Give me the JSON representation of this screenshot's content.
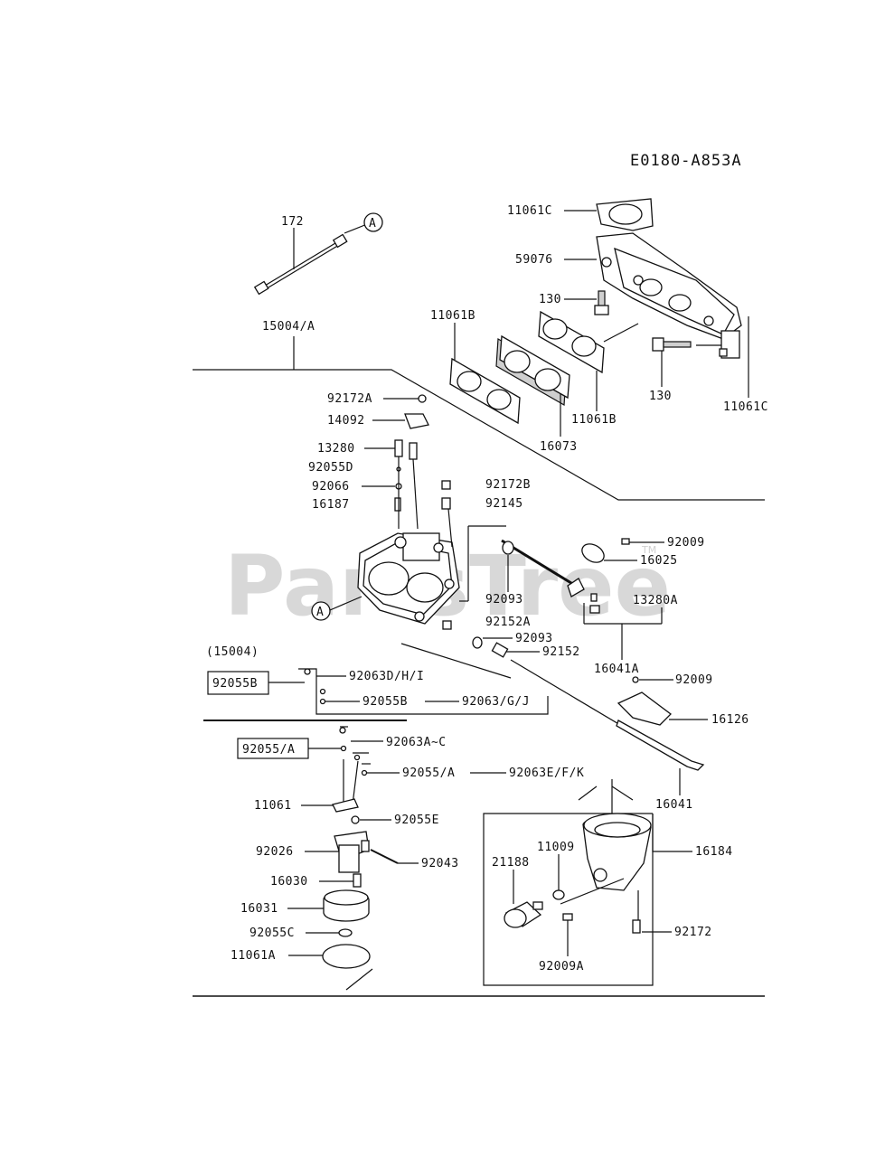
{
  "diagram_code": "E0180-A853A",
  "watermark": {
    "text": "PartsTree",
    "tm": "TM"
  },
  "ref_marker": "A",
  "labels": {
    "l172": "172",
    "l15004a": "15004/A",
    "l11061c_top": "11061C",
    "l59076": "59076",
    "l130a": "130",
    "l11061b_left": "11061B",
    "l130b": "130",
    "l11061c_right": "11061C",
    "l11061b_right": "11061B",
    "l16073": "16073",
    "l92172a": "92172A",
    "l14092": "14092",
    "l13280": "13280",
    "l92055d": "92055D",
    "l92066": "92066",
    "l16187": "16187",
    "l92172b": "92172B",
    "l92145": "92145",
    "l92009a": "92009",
    "l16025": "16025",
    "l92093a": "92093",
    "l13280a": "13280A",
    "l92152a": "92152A",
    "l92093b": "92093",
    "l92152": "92152",
    "l16041a": "16041A",
    "l92009b": "92009",
    "l15004": "(15004)",
    "l92055b1": "92055B",
    "l92063dhi": "92063D/H/I",
    "l92055b2": "92055B",
    "l92063gj": "92063/G/J",
    "l16126": "16126",
    "l92055a1": "92055/A",
    "l92063ac": "92063A~C",
    "l92055a2": "92055/A",
    "l92063efk": "92063E/F/K",
    "l16041": "16041",
    "l11061": "11061",
    "l92055e": "92055E",
    "l11009": "11009",
    "l16184": "16184",
    "l21188": "21188",
    "l92026": "92026",
    "l92043": "92043",
    "l16030": "16030",
    "l16031": "16031",
    "l92172": "92172",
    "l92055c": "92055C",
    "l11061a": "11061A",
    "l92009a2": "92009A"
  }
}
